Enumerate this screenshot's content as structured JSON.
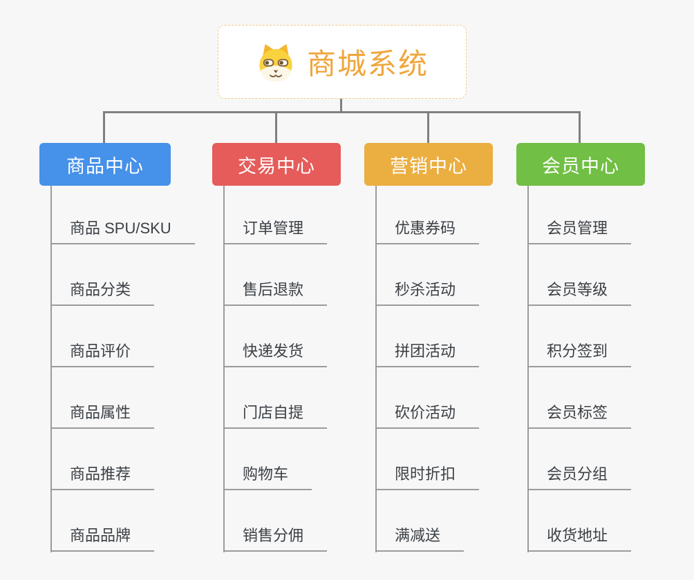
{
  "root": {
    "title": "商城系统",
    "icon": "doge-icon",
    "accent_color": "#f0a63c",
    "border_color": "#f2c985"
  },
  "connector_color": "#7f7f7f",
  "underline_color": "#9b9b9b",
  "branches": [
    {
      "label": "商品中心",
      "color": "#4691e9",
      "children": [
        "商品 SPU/SKU",
        "商品分类",
        "商品评价",
        "商品属性",
        "商品推荐",
        "商品品牌"
      ]
    },
    {
      "label": "交易中心",
      "color": "#e55c5a",
      "children": [
        "订单管理",
        "售后退款",
        "快递发货",
        "门店自提",
        "购物车",
        "销售分佣"
      ]
    },
    {
      "label": "营销中心",
      "color": "#ebae41",
      "children": [
        "优惠券码",
        "秒杀活动",
        "拼团活动",
        "砍价活动",
        "限时折扣",
        "满减送"
      ]
    },
    {
      "label": "会员中心",
      "color": "#71bf44",
      "children": [
        "会员管理",
        "会员等级",
        "积分签到",
        "会员标签",
        "会员分组",
        "收货地址"
      ]
    }
  ]
}
